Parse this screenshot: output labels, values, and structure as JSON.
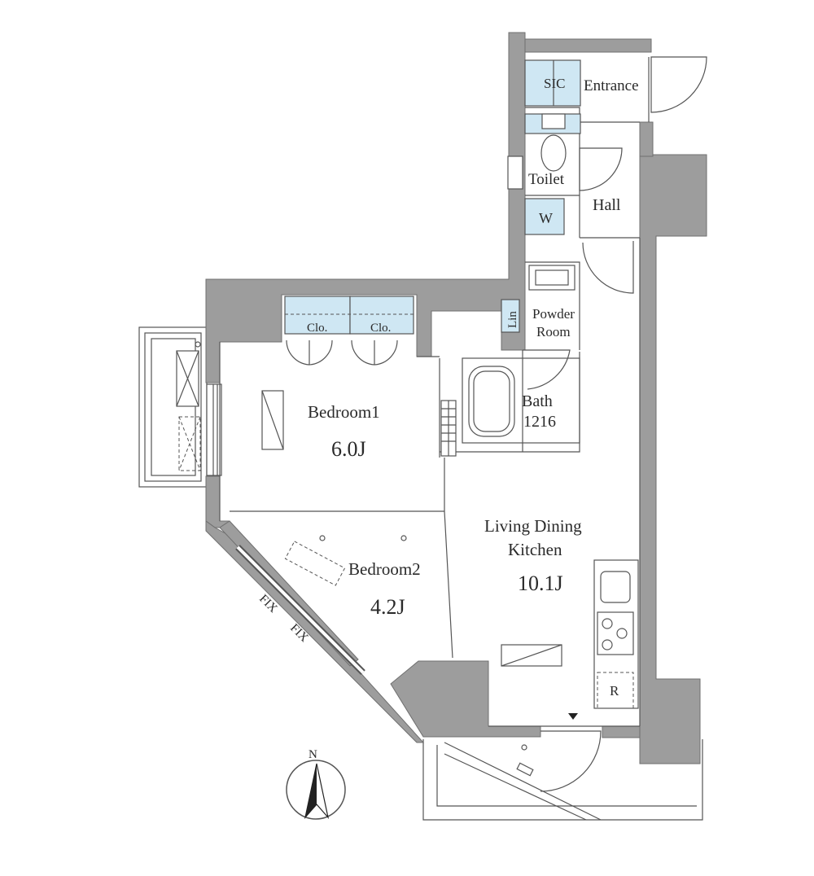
{
  "rooms": {
    "sic": "SIC",
    "entrance": "Entrance",
    "toilet": "Toilet",
    "hall": "Hall",
    "washer": "W",
    "linen": "Lin",
    "powder_line1": "Powder",
    "powder_line2": "Room",
    "bath_line1": "Bath",
    "bath_line2": "1216",
    "closet1": "Clo.",
    "closet2": "Clo.",
    "bedroom1_name": "Bedroom1",
    "bedroom1_size": "6.0J",
    "bedroom2_name": "Bedroom2",
    "bedroom2_size": "4.2J",
    "ldk_line1": "Living Dining",
    "ldk_line2": "Kitchen",
    "ldk_size": "10.1J",
    "fridge": "R",
    "fix1": "FIX",
    "fix2": "FIX"
  },
  "compass": {
    "north": "N"
  },
  "colors": {
    "wall": "#9d9d9d",
    "storage": "#cfe7f3",
    "line": "#555555"
  }
}
